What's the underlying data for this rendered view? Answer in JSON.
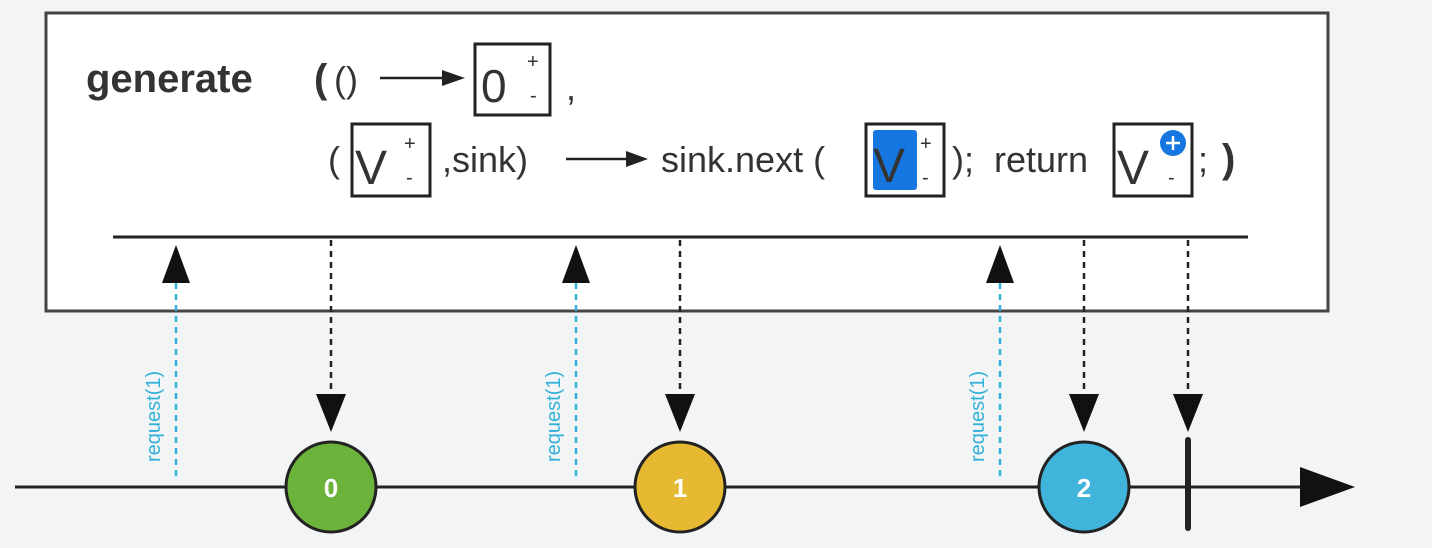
{
  "operator": {
    "name": "generate",
    "open_paren": "(",
    "line1_args": "()",
    "initial_state": "0",
    "comma": ",",
    "line2_open": "(",
    "state_var": "V",
    "sink_param": ",sink)",
    "sink_call": "sink.next (",
    "sink_close": ");",
    "return_kw": "return",
    "terminator": ";",
    "close_paren": ")",
    "plus": "+",
    "minus": "-"
  },
  "requests": [
    {
      "label": "request(1)"
    },
    {
      "label": "request(1)"
    },
    {
      "label": "request(1)"
    }
  ],
  "marbles": [
    {
      "label": "0",
      "color": "#6bb33a"
    },
    {
      "label": "1",
      "color": "#e6b932"
    },
    {
      "label": "2",
      "color": "#41b4dc"
    }
  ],
  "colors": {
    "request_arrow": "#33b1d8",
    "highlight": "#1777e0",
    "line": "#222222"
  }
}
